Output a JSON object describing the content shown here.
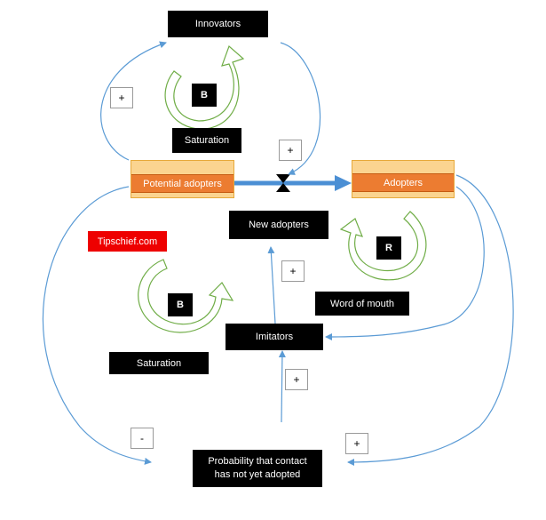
{
  "nodes": {
    "innovators": "Innovators",
    "saturation_top": "Saturation",
    "potential_adopters": "Potential adopters",
    "adopters": "Adopters",
    "new_adopters": "New adopters",
    "word_of_mouth": "Word of mouth",
    "imitators": "Imitators",
    "saturation_bottom": "Saturation",
    "probability": "Probability that contact has not yet adopted",
    "watermark": "Tipschief.com"
  },
  "loops": {
    "top_balancing": "B",
    "reinforcing": "R",
    "bottom_balancing": "B"
  },
  "polarity": {
    "innovators_to_potential": "+",
    "innovators_to_valve": "+",
    "imitators_to_new_adopters": "+",
    "probability_to_imitators": "+",
    "potential_to_probability": "-",
    "adopters_to_probability": "+"
  },
  "colors": {
    "stock_fill": "#fbd490",
    "stock_band": "#ec7c31",
    "flow_arrow": "#4b8fd4",
    "link_line": "#5b9bd5",
    "loop_green": "#70ad47",
    "watermark_red": "#ee0000"
  }
}
